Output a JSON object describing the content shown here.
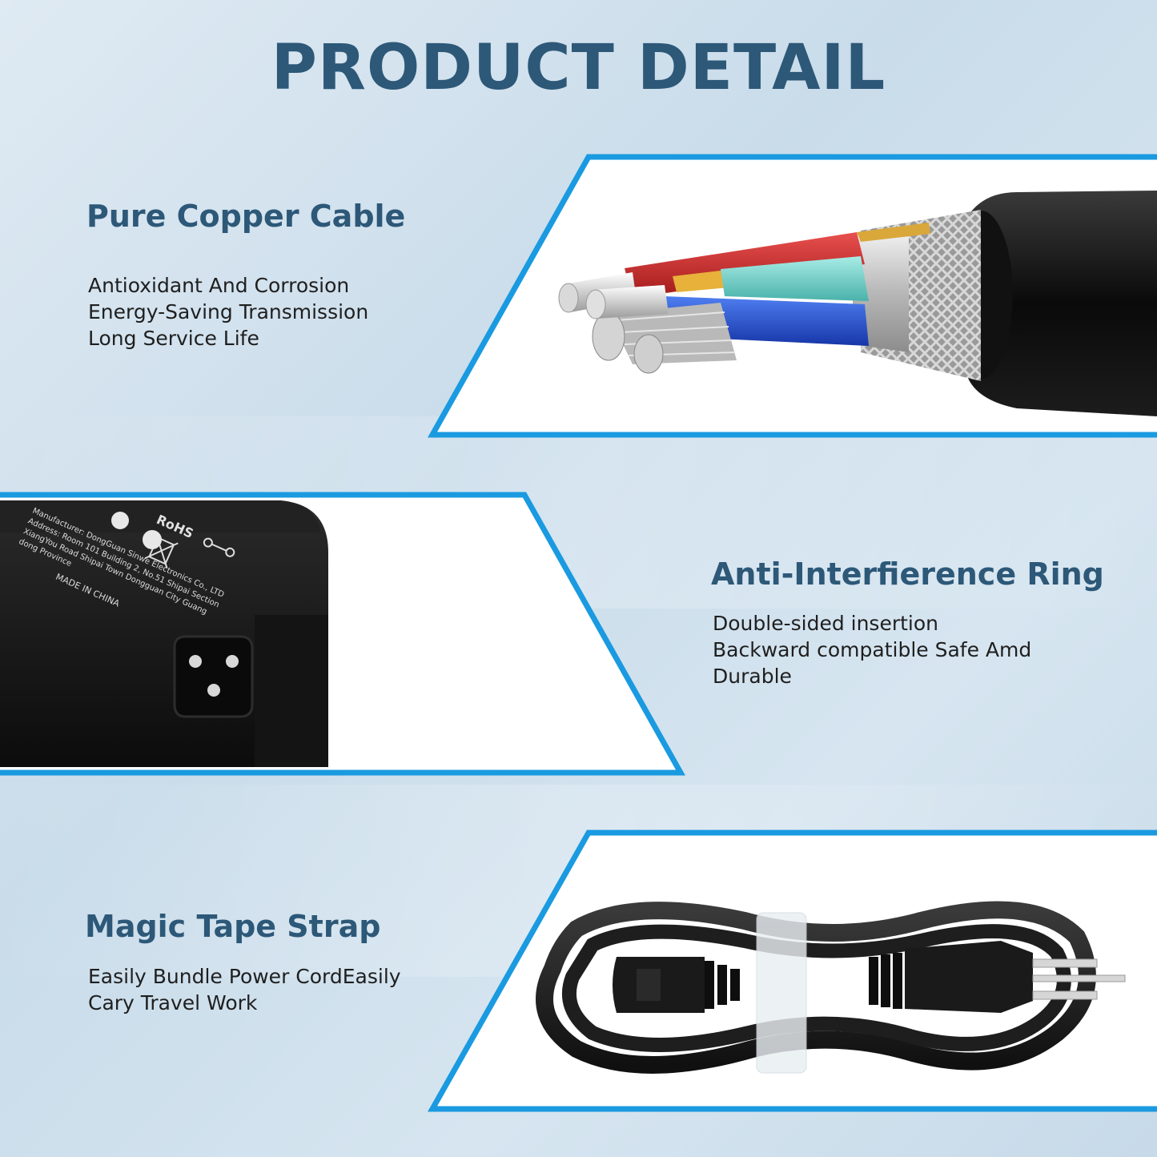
{
  "page": {
    "title": "PRODUCT DETAIL"
  },
  "features": [
    {
      "heading": "Pure Copper Cable",
      "lines": [
        "Antioxidant And Corrosion",
        "Energy-Saving Transmission",
        "Long Service Life"
      ]
    },
    {
      "heading": "Anti-Interfierence Ring",
      "lines": [
        "Double-sided insertion",
        "Backward compatible Safe Amd",
        "Durable"
      ]
    },
    {
      "heading": "Magic Tape Strap",
      "lines": [
        "Easily Bundle Power CordEasily",
        "Cary Travel Work"
      ]
    }
  ],
  "adapter_label": {
    "lines": [
      "Manufacturer: DongGuan Sinwe Electronics Co., LTD",
      "Address: Room 101 Building 2, No.51 Shipai Section",
      "XiangYou Road Shipai Town Dongguan City Guang",
      "dong Province"
    ],
    "made_in": "MADE IN CHINA",
    "rohs": "RoHS"
  },
  "colors": {
    "accent": "#1a9ae0",
    "heading": "#2d5878",
    "text": "#1f1f1f"
  }
}
